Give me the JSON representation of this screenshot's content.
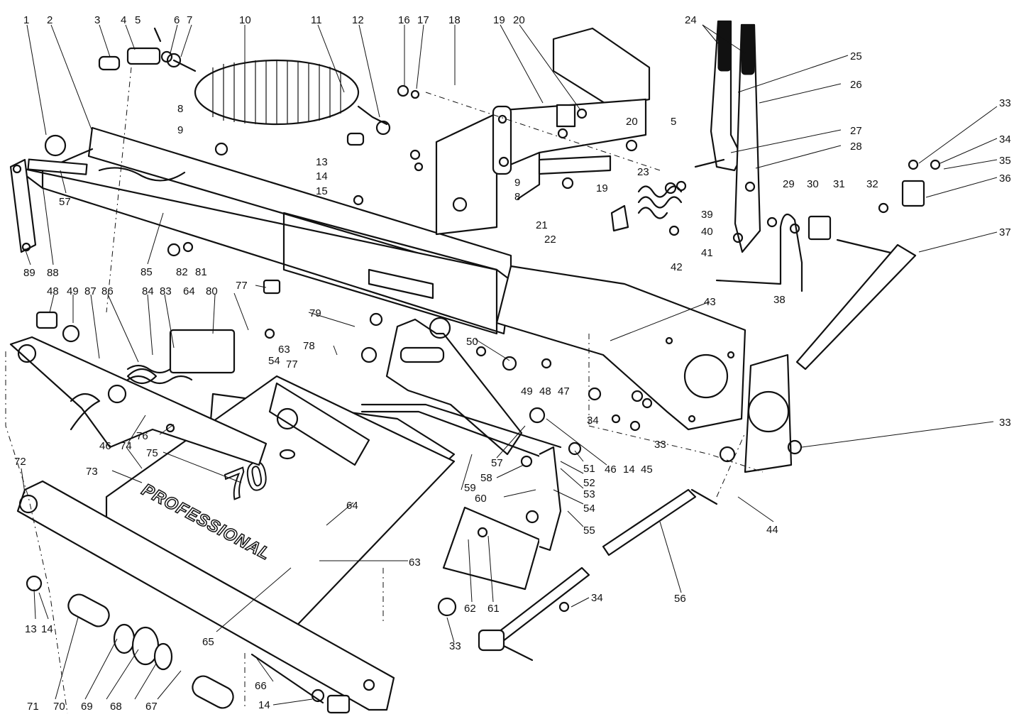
{
  "diagram": {
    "logo_text": "70",
    "brand_text": "PROFESSIONAL"
  },
  "callouts": [
    "1",
    "2",
    "3",
    "4",
    "5",
    "6",
    "7",
    "10",
    "11",
    "12",
    "16",
    "17",
    "18",
    "19",
    "20",
    "24",
    "25",
    "26",
    "8",
    "9",
    "13",
    "14",
    "15",
    "9",
    "8",
    "20",
    "5",
    "27",
    "28",
    "33",
    "34",
    "35",
    "36",
    "19",
    "23",
    "39",
    "40",
    "41",
    "42",
    "29",
    "30",
    "31",
    "32",
    "37",
    "38",
    "57",
    "89",
    "88",
    "85",
    "82",
    "81",
    "21",
    "22",
    "77",
    "48",
    "49",
    "87",
    "86",
    "84",
    "83",
    "64",
    "80",
    "79",
    "63",
    "54",
    "77",
    "78",
    "43",
    "50",
    "49",
    "48",
    "47",
    "34",
    "33",
    "14",
    "45",
    "46",
    "76",
    "75",
    "74",
    "73",
    "72",
    "46",
    "57",
    "51",
    "52",
    "53",
    "54",
    "55",
    "58",
    "60",
    "59",
    "64",
    "63",
    "65",
    "13",
    "14",
    "71",
    "70",
    "69",
    "68",
    "67",
    "66",
    "14",
    "33",
    "62",
    "61",
    "34",
    "56",
    "44",
    "33"
  ]
}
